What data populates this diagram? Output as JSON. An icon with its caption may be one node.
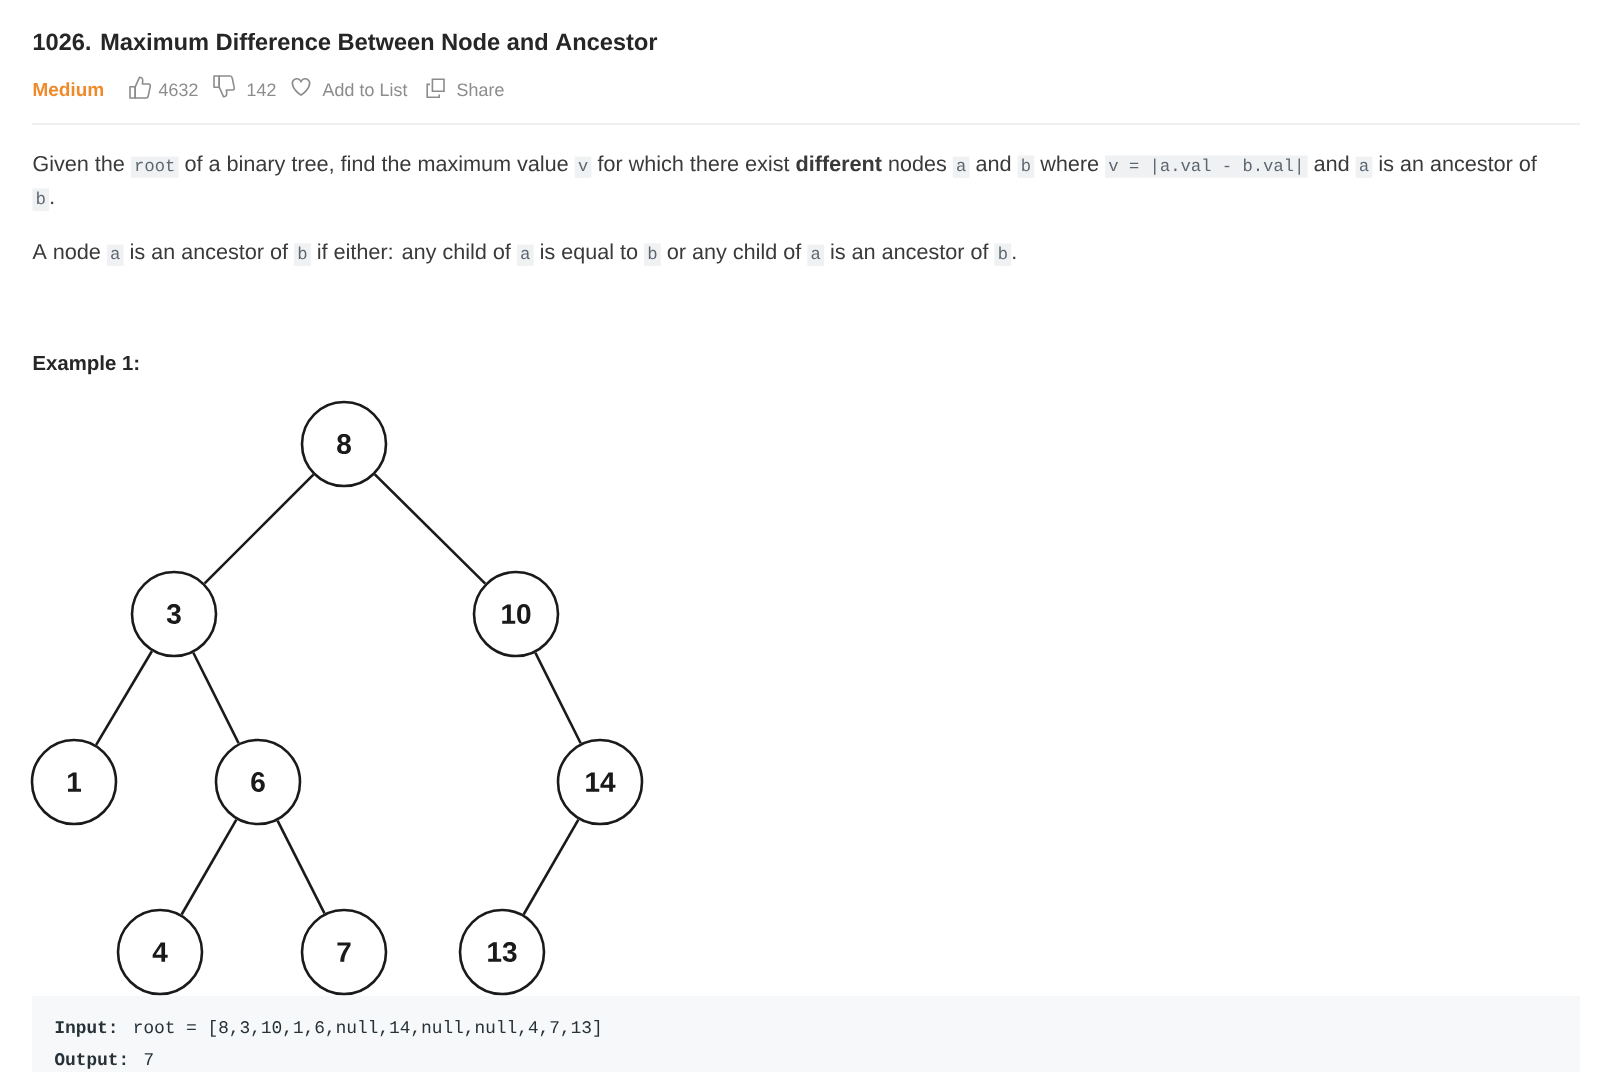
{
  "diagram": {
    "title": "1026. Maximum Difference Between Node and Ancestor",
    "nodes": [
      {
        "text": [
          "8"
        ]
      },
      {
        "text": [
          "3"
        ]
      },
      {
        "text": [
          "10"
        ]
      },
      {
        "text": [
          "1"
        ]
      },
      {
        "text": [
          "6"
        ]
      },
      {
        "text": [
          "14"
        ]
      },
      {
        "text": [
          "4"
        ]
      },
      {
        "text": [
          "7"
        ]
      },
      {
        "text": [
          "13"
        ]
      }
    ],
    "edges": [
      {
        "from": 0,
        "to": 1,
        "arrow": "none"
      },
      {
        "from": 0,
        "to": 2,
        "arrow": "none"
      },
      {
        "from": 1,
        "to": 3,
        "arrow": "none"
      },
      {
        "from": 1,
        "to": 4,
        "arrow": "none"
      },
      {
        "from": 2,
        "to": 5,
        "arrow": "none"
      },
      {
        "from": 4,
        "to": 6,
        "arrow": "none"
      },
      {
        "from": 4,
        "to": 7,
        "arrow": "none"
      },
      {
        "from": 5,
        "to": 8,
        "arrow": "none"
      }
    ],
    "labels": [
      "Medium",
      "4632",
      "142",
      "Add to List",
      "Share",
      "Given the",
      "root",
      "of a binary tree, find the maximum value",
      "v",
      "for which there exist **different** nodes",
      "a",
      "and",
      "b",
      "where",
      "v = |a.val - b.val|",
      "and",
      "a",
      "is an ancestor of",
      "b",
      ".",
      "A node",
      "a",
      "is an ancestor of",
      "b",
      "if either: any child of",
      "a",
      "is equal to",
      "b",
      "or any child of",
      "a",
      "is an ancestor of",
      "b",
      ".",
      "Example 1:",
      "**Input:** root = [8,3,10,1,6,null,14,null,null,4,7,13]",
      "**Output:** 7"
    ]
  }
}
